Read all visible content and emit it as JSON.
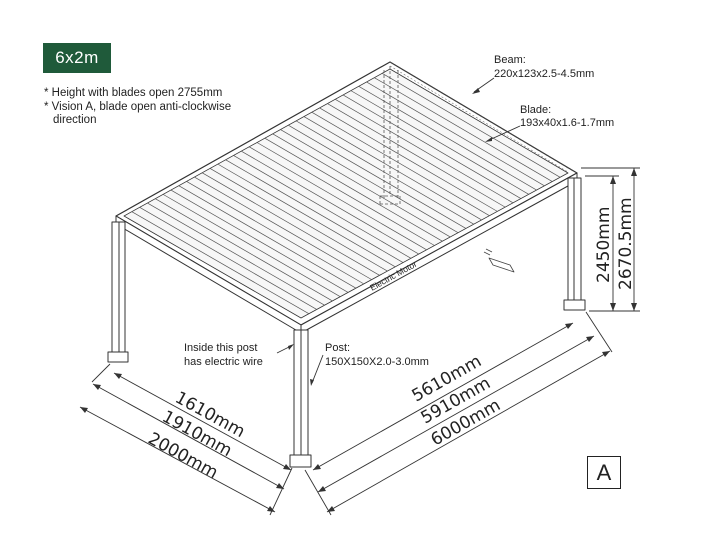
{
  "badge": {
    "size": "6x2m"
  },
  "notes": [
    "* Height with blades open 2755mm",
    "* Vision A, blade open anti-clockwise",
    "direction"
  ],
  "callouts": {
    "beam_title": "Beam:",
    "beam_spec": "220x123x2.5-4.5mm",
    "blade_title": "Blade:",
    "blade_spec": "193x40x1.6-1.7mm",
    "post_title": "Post:",
    "post_spec": "150X150X2.0-3.0mm",
    "wire_line1": "Inside this post",
    "wire_line2": "has electric wire",
    "motor": "Electric Motor"
  },
  "dimensions": {
    "height_clear": "2450mm",
    "height_total": "2670.5mm",
    "width_inner": "1610mm",
    "width_mid": "1910mm",
    "width_outer": "2000mm",
    "length_inner": "5610mm",
    "length_mid": "5910mm",
    "length_outer": "6000mm"
  },
  "vision_label": "A",
  "colors": {
    "badge": "#1f5a3a",
    "line": "#333333"
  }
}
